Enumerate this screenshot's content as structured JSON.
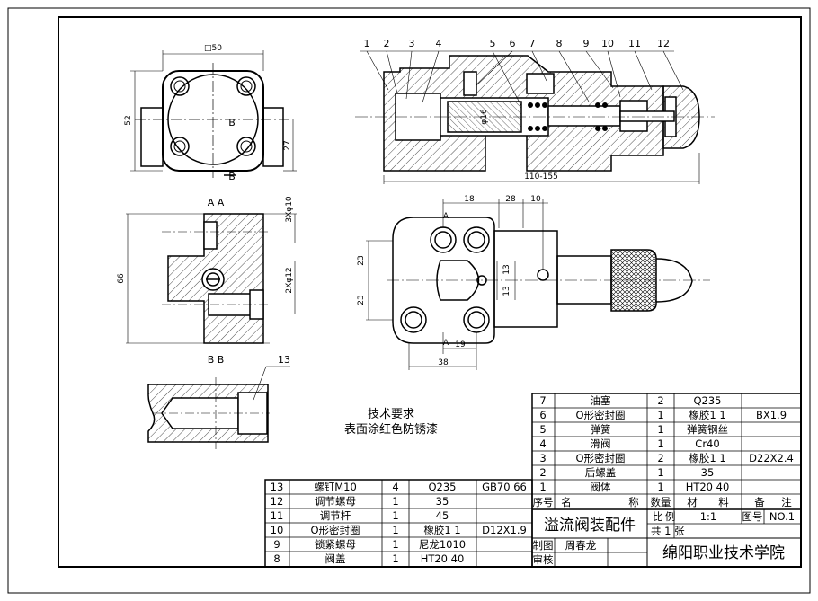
{
  "tech": {
    "title": "技术要求",
    "line1": "表面涂红色防锈漆"
  },
  "part_numbers": [
    "1",
    "2",
    "3",
    "4",
    "5",
    "6",
    "7",
    "8",
    "9",
    "10",
    "11",
    "12"
  ],
  "callout_13": "13",
  "views": {
    "aa": "A  A",
    "bb": "B  B",
    "b_mark": "B",
    "b_arrow": "B",
    "a_mark_top": "A",
    "a_mark_bottom": "A"
  },
  "dims": {
    "sq50": "□50",
    "d52": "52",
    "d27": "27",
    "d66": "66",
    "d3x10": "3Xφ10",
    "d2x12": "2Xφ12",
    "d16": "φ16",
    "d110": "110-155",
    "d18": "18",
    "d28": "28",
    "d10": "10",
    "d23a": "23",
    "d23b": "23",
    "d13a": "13",
    "d13b": "13",
    "d19": "19",
    "d38": "38"
  },
  "bom_right": [
    {
      "no": "7",
      "name": "油塞",
      "qty": "2",
      "mat": "Q235",
      "note": ""
    },
    {
      "no": "6",
      "name": "O形密封圈",
      "qty": "1",
      "mat": "橡胶1 1",
      "note": "BX1.9"
    },
    {
      "no": "5",
      "name": "弹簧",
      "qty": "1",
      "mat": "弹簧钢丝",
      "note": ""
    },
    {
      "no": "4",
      "name": "滑阀",
      "qty": "1",
      "mat": "Cr40",
      "note": ""
    },
    {
      "no": "3",
      "name": "O形密封圈",
      "qty": "2",
      "mat": "橡胶1 1",
      "note": "D22X2.4"
    },
    {
      "no": "2",
      "name": "后螺盖",
      "qty": "1",
      "mat": "35",
      "note": ""
    },
    {
      "no": "1",
      "name": "阀体",
      "qty": "1",
      "mat": "HT20 40",
      "note": ""
    }
  ],
  "bom_left": [
    {
      "no": "13",
      "name": "螺钉M10",
      "qty": "4",
      "mat": "Q235",
      "note": "GB70 66"
    },
    {
      "no": "12",
      "name": "调节螺母",
      "qty": "1",
      "mat": "35",
      "note": ""
    },
    {
      "no": "11",
      "name": "调节杆",
      "qty": "1",
      "mat": "45",
      "note": ""
    },
    {
      "no": "10",
      "name": "O形密封圈",
      "qty": "1",
      "mat": "橡胶1 1",
      "note": "D12X1.9"
    },
    {
      "no": "9",
      "name": "锁紧螺母",
      "qty": "1",
      "mat": "尼龙1010",
      "note": ""
    },
    {
      "no": "8",
      "name": "阀盖",
      "qty": "1",
      "mat": "HT20 40",
      "note": ""
    }
  ],
  "header": {
    "no": "序号",
    "name_a": "名",
    "name_b": "称",
    "qty": "数量",
    "mat_a": "材",
    "mat_b": "料",
    "note_a": "备",
    "note_b": "注"
  },
  "title_block": {
    "title": "溢流阀装配件",
    "scale_label_a": "比",
    "scale_label_b": "例",
    "scale_value": "1:1",
    "drawing_no_label": "图号",
    "drawing_no": "NO.1",
    "sheets": "共 1 张",
    "drawn_label": "制图",
    "drawn_by": "周春龙",
    "checked_label": "审核",
    "school": "绵阳职业技术学院"
  }
}
